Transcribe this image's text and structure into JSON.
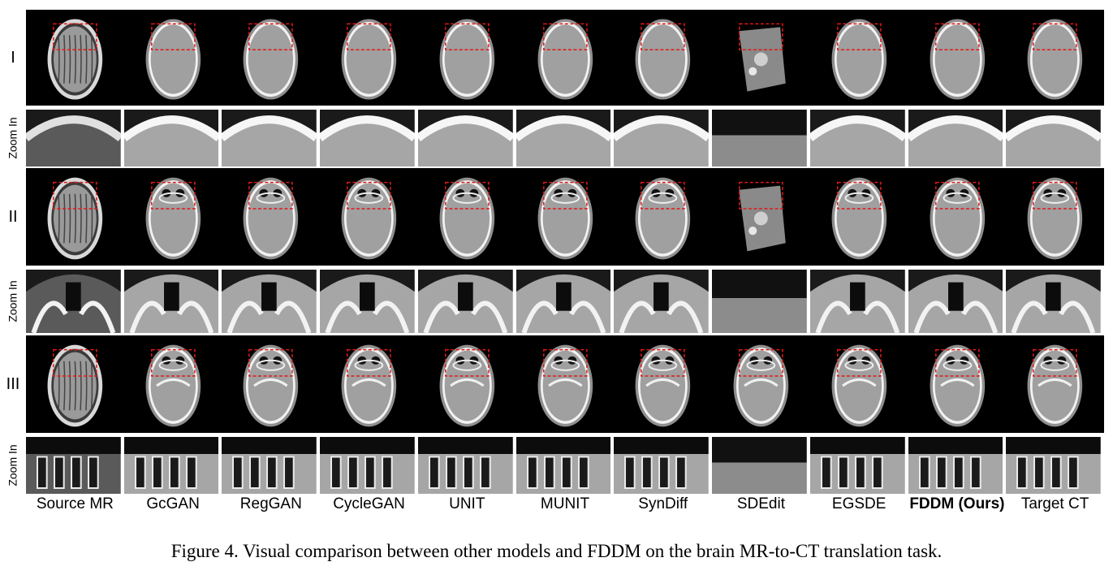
{
  "rows": [
    {
      "label": "I",
      "kind": "full"
    },
    {
      "label": "Zoom In",
      "kind": "zoom"
    },
    {
      "label": "II",
      "kind": "full"
    },
    {
      "label": "Zoom In",
      "kind": "zoom"
    },
    {
      "label": "III",
      "kind": "full"
    },
    {
      "label": "Zoom In",
      "kind": "zoom"
    }
  ],
  "columns": [
    {
      "label": "Source MR",
      "bold": false
    },
    {
      "label": "GcGAN",
      "bold": false
    },
    {
      "label": "RegGAN",
      "bold": false
    },
    {
      "label": "CycleGAN",
      "bold": false
    },
    {
      "label": "UNIT",
      "bold": false
    },
    {
      "label": "MUNIT",
      "bold": false
    },
    {
      "label": "SynDiff",
      "bold": false
    },
    {
      "label": "SDEdit",
      "bold": false
    },
    {
      "label": "EGSDE",
      "bold": false
    },
    {
      "label": "FDDM (Ours)",
      "bold": true
    },
    {
      "label": "Target CT",
      "bold": false
    }
  ],
  "caption": "Figure 4. Visual comparison between other models and FDDM on the brain MR-to-CT translation task.",
  "colors": {
    "roi_box": "#e01818",
    "background": "#000000"
  }
}
